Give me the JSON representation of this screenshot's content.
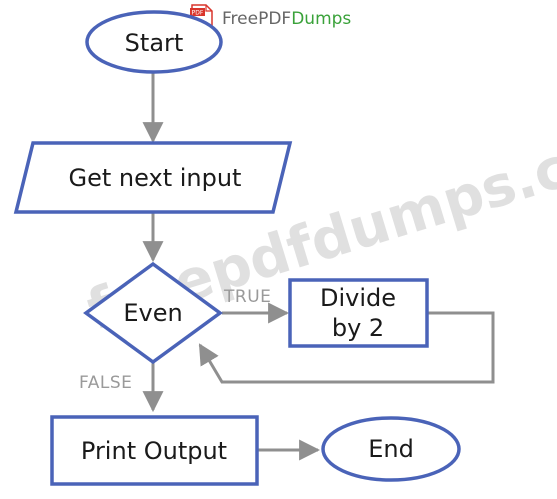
{
  "watermark": {
    "logo_part1": "FreePDF",
    "logo_part2": "Dumps",
    "pdf_badge": "PDF",
    "diagonal_text": "freepdfdumps.com"
  },
  "flowchart": {
    "nodes": {
      "start": "Start",
      "input": "Get next input",
      "decision": "Even",
      "divide_line1": "Divide",
      "divide_line2": "by 2",
      "print": "Print Output",
      "end": "End"
    },
    "edges": {
      "true_label": "TRUE",
      "false_label": "FALSE"
    }
  },
  "colors": {
    "shape_stroke": "#4a63b8",
    "arrow": "#8f8f8f",
    "label_gray": "#9a9a9a",
    "logo_green": "#3aa23a",
    "pdf_red": "#d9352c"
  }
}
